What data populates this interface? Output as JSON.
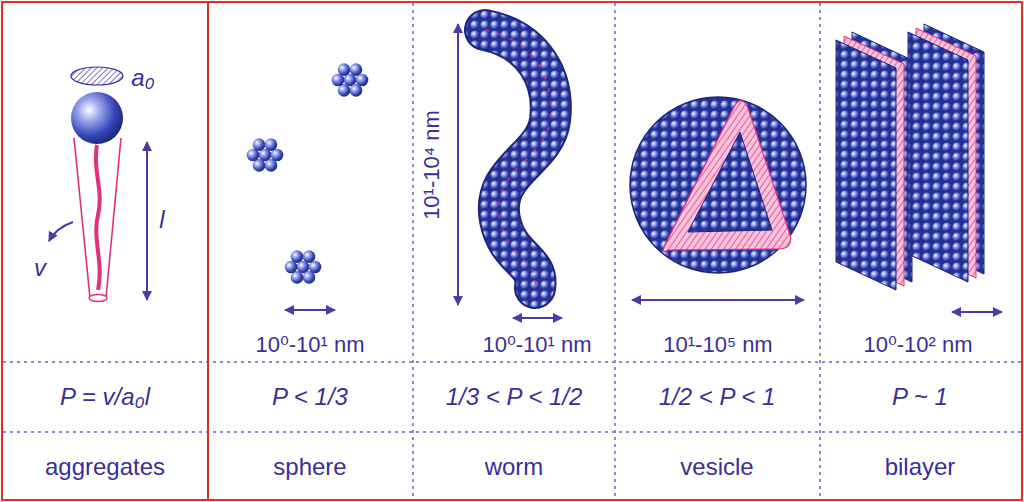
{
  "diagram": {
    "labels": [
      "a₀",
      "l",
      "v",
      "10⁰-10¹ nm",
      "10¹-10⁴ nm",
      "10⁰-10¹ nm",
      "10¹-10⁵ nm",
      "10⁰-10² nm",
      "P = v/a₀l",
      "P < 1/3",
      "1/3 < P < 1/2",
      "1/2 < P < 1",
      "P ~ 1",
      "aggregates",
      "sphere",
      "worm",
      "vesicle",
      "bilayer"
    ]
  }
}
